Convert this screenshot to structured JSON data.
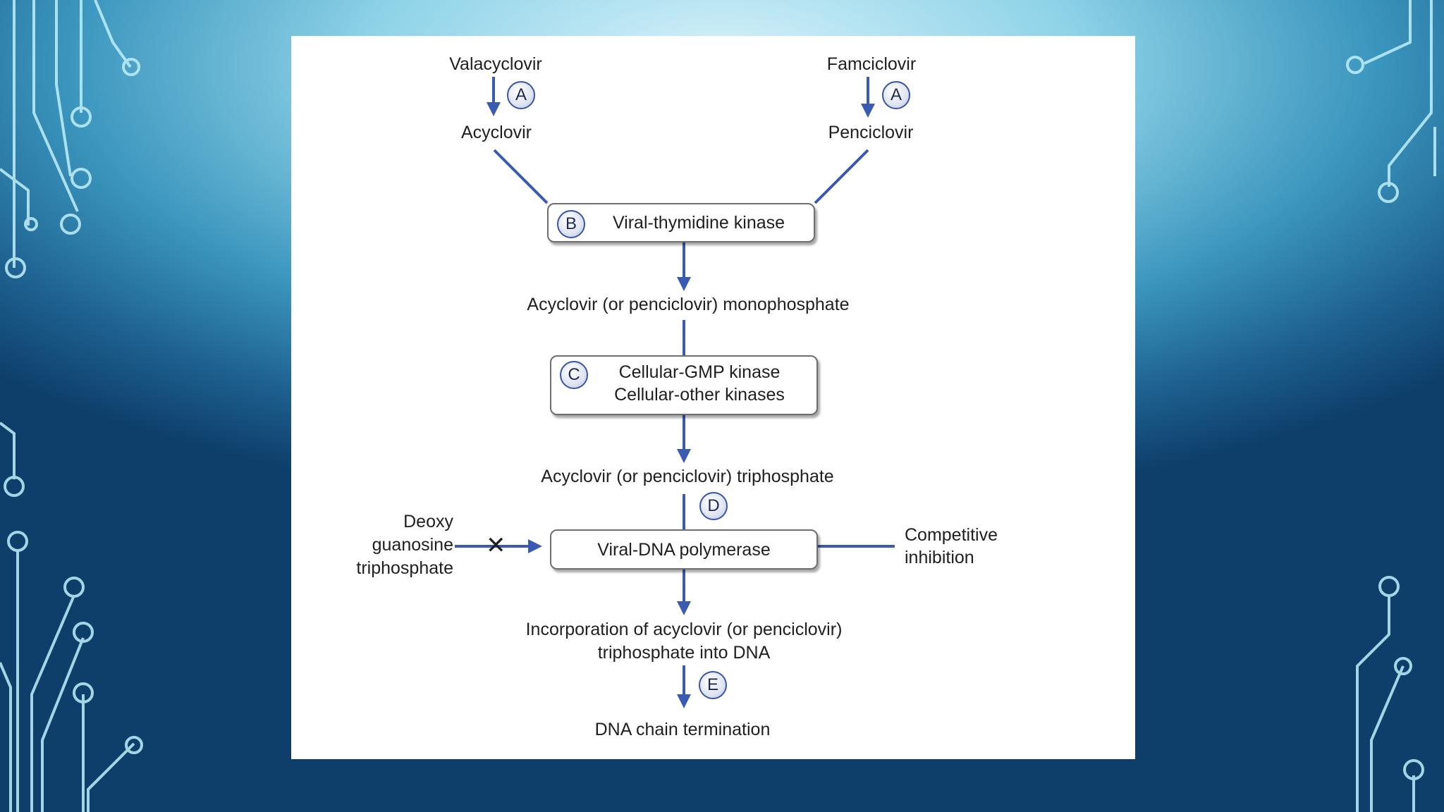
{
  "diagram": {
    "colors": {
      "arrow": "#3a5bb0",
      "badge_border": "#3a55a5",
      "text": "#1f1f1f",
      "panel": "#ffffff"
    },
    "nodes": {
      "valacyclovir": "Valacyclovir",
      "famciclovir": "Famciclovir",
      "acyclovir": "Acyclovir",
      "penciclovir": "Penciclovir",
      "monophosphate": "Acyclovir  (or penciclovir) monophosphate",
      "triphosphate": "Acyclovir (or penciclovir) triphosphate",
      "deoxy_line1": "Deoxy",
      "deoxy_line2": "guanosine",
      "deoxy_line3": "triphosphate",
      "competitive_line1": "Competitive",
      "competitive_line2": "inhibition",
      "incorporation_line1": "Incorporation of acyclovir (or penciclovir)",
      "incorporation_line2": "triphosphate into DNA",
      "termination": "DNA chain termination"
    },
    "enzymes": {
      "viral_thymidine_kinase": "Viral-thymidine kinase",
      "cellular_gmp_kinase": "Cellular-GMP kinase",
      "cellular_other_kinases": "Cellular-other kinases",
      "viral_dna_polymerase": "Viral-DNA polymerase"
    },
    "badges": {
      "a_left": "A",
      "a_right": "A",
      "b": "B",
      "c": "C",
      "d": "D",
      "e": "E"
    },
    "block_mark": "✕"
  }
}
